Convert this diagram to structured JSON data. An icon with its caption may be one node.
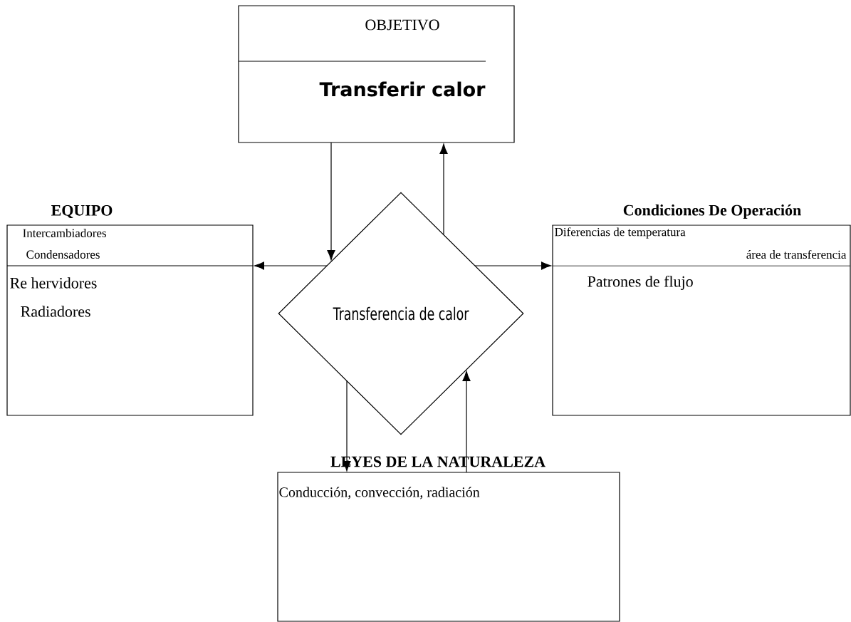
{
  "diagram": {
    "nodes": [
      {
        "text": [
          "OBJETIVO",
          "Transferir calor"
        ]
      },
      {
        "text": [
          "EQUIPO",
          "Intercambiadores",
          "Condensadores",
          "Re hervidores",
          "Radiadores"
        ]
      },
      {
        "text": [
          "Transferencia de calor"
        ]
      },
      {
        "text": [
          "Condiciones De Operación",
          "Diferencias de temperatura",
          "área de transferencia",
          "Patrones de flujo"
        ]
      },
      {
        "text": [
          "LEYES DE LA NATURALEZA",
          "Conducción, convección, radiación"
        ]
      }
    ],
    "edges": [
      {
        "from": 0,
        "to": 2,
        "arrow": "to"
      },
      {
        "from": 2,
        "to": 0,
        "arrow": "to"
      },
      {
        "from": 2,
        "to": 1,
        "arrow": "to"
      },
      {
        "from": 2,
        "to": 3,
        "arrow": "to"
      },
      {
        "from": 2,
        "to": 4,
        "arrow": "to"
      },
      {
        "from": 4,
        "to": 2,
        "arrow": "to"
      }
    ]
  }
}
